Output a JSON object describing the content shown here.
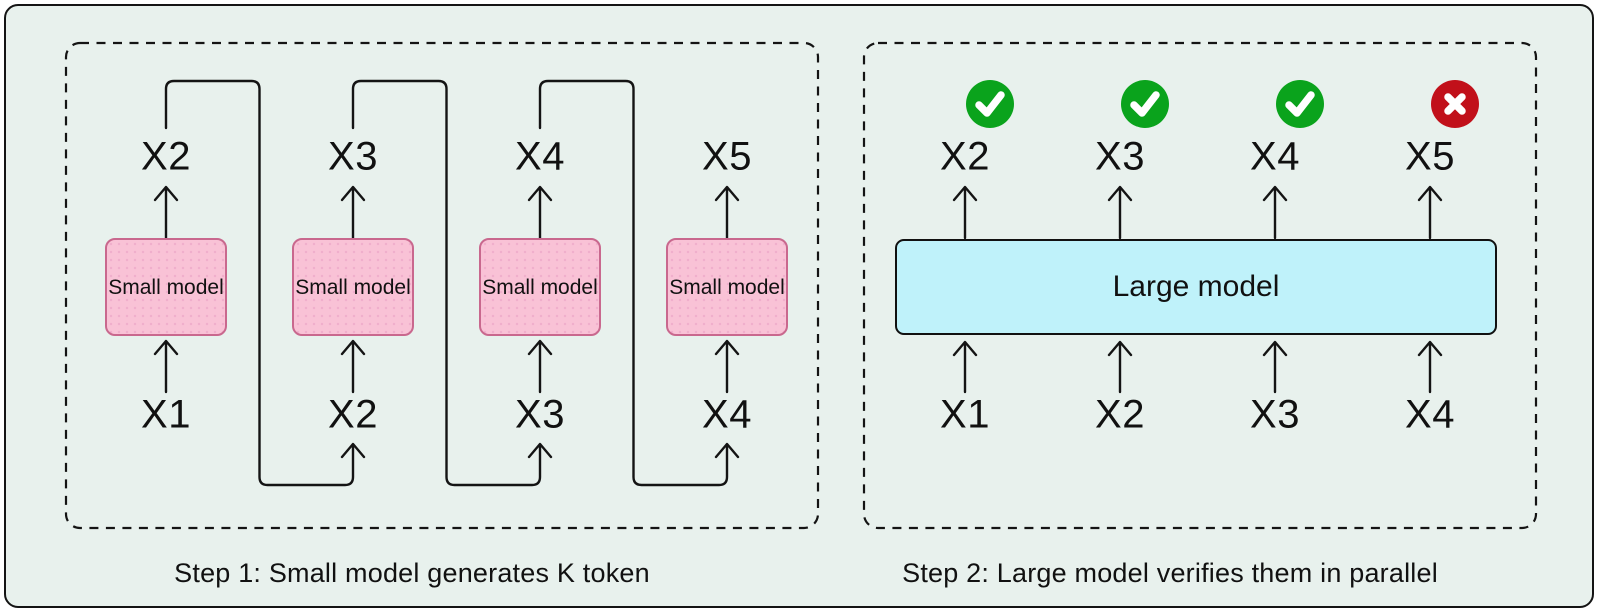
{
  "colors": {
    "page-bg": "#ffffff",
    "card-bg": "#e8f1ed",
    "line": "#141414",
    "text": "#111111",
    "small-box-fill": "#f9c2d6",
    "small-box-border": "#c9688e",
    "small-box-dot": "#f0aecb",
    "large-box-fill": "#bff2fa",
    "large-box-border": "#111111",
    "check-green": "#0aa31c",
    "cross-red": "#c1101a",
    "icon-glyph": "#ffffff"
  },
  "step1": {
    "caption": "Step 1: Small model generates K token",
    "box_label": "Small model",
    "outputs": [
      "X2",
      "X3",
      "X4",
      "X5"
    ],
    "inputs": [
      "X1",
      "X2",
      "X3",
      "X4"
    ]
  },
  "step2": {
    "caption": "Step 2: Large model verifies them in parallel",
    "box_label": "Large model",
    "outputs": [
      "X2",
      "X3",
      "X4",
      "X5"
    ],
    "inputs": [
      "X1",
      "X2",
      "X3",
      "X4"
    ],
    "verdicts": [
      "check",
      "check",
      "check",
      "cross"
    ]
  }
}
